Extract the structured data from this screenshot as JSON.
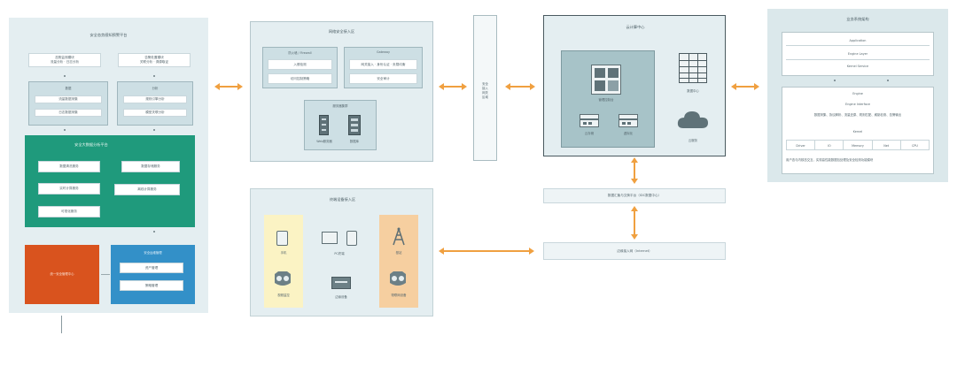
{
  "left_panel": {
    "title": "安全态势感知预警平台",
    "top_left_box": "态势监测模块\n流量分析 · 日志分析",
    "top_right_box": "告警处置模块\n关联分析 · 溯源取证",
    "sub_left_title": "数据",
    "sub_left_items": [
      "流量数据采集",
      "日志数据采集"
    ],
    "sub_right_title": "分析",
    "sub_right_items": [
      "规则引擎分析",
      "模型关联分析"
    ],
    "green_title": "安全大数据分析平台",
    "green_items": [
      "数据清洗服务",
      "数据存储服务",
      "实时计算服务",
      "离线计算服务",
      "可视化服务"
    ],
    "orange_box": "统一安全管理中心",
    "blue_title": "安全运维管理",
    "blue_items": [
      "资产管理",
      "策略管理"
    ]
  },
  "center_top_panel": {
    "title": "网络安全接入区",
    "left_box_title": "防火墙 / Firewall",
    "left_box_items": [
      "入侵检测",
      "访问控制策略"
    ],
    "right_box_title": "Gateway",
    "right_box_text": "网关接入 · 身份认证 · 负载均衡",
    "right_box_sub": "安全审计",
    "server_title": "服务器集群",
    "server_labels": [
      "Web服务器",
      "数据库"
    ]
  },
  "center_bottom_panel": {
    "title": "终端设备接入区",
    "labels": [
      "手机",
      "PC终端",
      "物联网设备",
      "基站",
      "视频监控",
      "边缘设备"
    ]
  },
  "vertical_box": "安全\n接入\n网关\n区域",
  "right_center_panel": {
    "title": "云计算中心",
    "inner_labels": [
      "管理控制台",
      "云存储",
      "虚拟化"
    ],
    "side_labels": [
      "数据中心",
      "云服务"
    ]
  },
  "bridge_box": "数据汇聚与交换平台（IDC数据中心）",
  "bottom_bridge_box": "边缘接入网（Internet）",
  "far_right_panel": {
    "title": "业务系统架构",
    "top_rows": [
      "Application",
      "Engine Layer",
      "Kernel Service"
    ],
    "bottom_title": "Engine",
    "bottom_sub": "Engine Interface",
    "bottom_text": "数据采集、协议解析、流量还原、规则匹配、威胁检测、告警输出",
    "bottom_sub2": "Kernel",
    "cells": [
      "Driver",
      "IO",
      "Memory",
      "Net",
      "CPU"
    ],
    "footer": "用户态与内核态交互，实现高性能数据包处理及安全检测功能模块"
  },
  "colors": {
    "arrow": "#f0a040",
    "green": "#1f9a7c",
    "orange": "#d9531e",
    "blue": "#3390c8",
    "yellow": "#fbf3c4",
    "peach": "#f6cfa0"
  }
}
